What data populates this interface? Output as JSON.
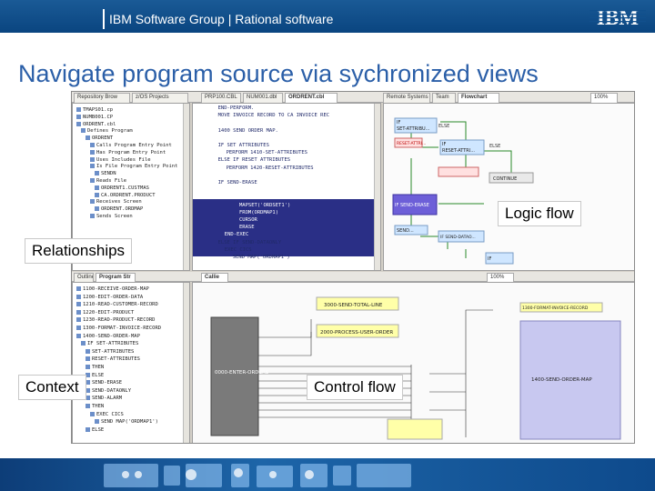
{
  "header": {
    "group_label": "IBM Software Group | Rational software",
    "logo_text": "IBM"
  },
  "slide": {
    "title": "Navigate program source via sychronized views"
  },
  "callouts": {
    "logic_flow": "Logic flow",
    "relationships": "Relationships",
    "context": "Context",
    "control_flow": "Control flow"
  },
  "workbench": {
    "top_tabs": [
      "Repository Brow",
      "z/OS Projects",
      "PRP100.CBL",
      "NUM001.dbl",
      "ORDRENT.cbl",
      "Remote Systems",
      "Team",
      "Flowchart"
    ],
    "bottom_tabs": [
      "Outline",
      "Program Str",
      "Callie"
    ],
    "zoom": "100%",
    "tree_top": [
      "TMAPS01.cp",
      "NUMB001.CP",
      "ORDRENT.cbl",
      "Defines Program",
      "ORDRENT",
      "Calls Program Entry Point",
      "Has Program Entry Point",
      "Uses Includes File",
      "Is File Program Entry Point",
      "SENDN",
      "Reads File",
      "ORDRENT1.CUSTMAS",
      "CA.ORDRENT.PRODUCT",
      "Receives Screen",
      "ORDRENT.ORDMAP",
      "Sends Screen"
    ],
    "code_lines": [
      "END-PERFORM.",
      "MOVE INVOICE RECORD TO CA INVOICE REC",
      "",
      "1400 SEND ORDER MAP.",
      "",
      "IF SET ATTRIBUTES",
      "PERFORM 1410-SET-ATTRIBUTES",
      "ELSE IF RESET ATTRIBUTES",
      "PERFORM 1420-RESET-ATTRIBUTES",
      "",
      "IF SEND-ERASE",
      "EXEC CICS",
      "SEND MAP('ORDMAP1')",
      "MAPSET('ORDSET1')",
      "FROM(ORDMAP1)",
      "CURSOR",
      "ERASE",
      "END-EXEC",
      "ELSE IF SEND-DATAONLY",
      "EXEC CICS",
      "SEND MAP('ORDMAP1')"
    ],
    "tree_bottom": [
      "1100-RECEIVE-ORDER-MAP",
      "1200-EDIT-ORDER-DATA",
      "1210-READ-CUSTOMER-RECORD",
      "1220-EDIT-PRODUCT",
      "1230-READ-PRODUCT-RECORD",
      "1300-FORMAT-INVOICE-RECORD",
      "1400-SEND-ORDER-MAP",
      "IF SET-ATTRIBUTES",
      "SET-ATTRIBUTES",
      "RESET-ATTRIBUTES",
      "THEN",
      "ELSE",
      "SEND-ERASE",
      "SEND-DATAONLY",
      "SEND-ALARM",
      "THEN",
      "EXEC CICS",
      "SEND MAP('ORDMAP1')",
      "ELSE"
    ],
    "flow_labels": {
      "if1": "IF",
      "if1_sub": "SET-ATTRIBU...",
      "else1": "ELSE",
      "reset": "RESET-ATTRI...",
      "if2": "IF",
      "if2_sub": "RESET-ATTRI...",
      "continue": "CONTINUE",
      "send_erase": "IF SEND-ERASE",
      "send1": "SEND...",
      "if_data": "IF SEND-DATAO...",
      "if_bottom": "IF",
      "else2": "ELSE"
    },
    "call_labels": {
      "send_total": "3000-SEND-TOTAL-LINE",
      "process_order": "2000-PROCESS-USER-ORDER",
      "main": "0000-ENTER-ORDERS",
      "format_invoice": "1300-FORMAT-INVOICE-RECORD",
      "send_order": "1400-SEND-ORDER-MAP"
    }
  },
  "colors": {
    "header_bar": "#0b4f8a",
    "title": "#2b5fa8",
    "selection": "#2a2f86",
    "flow_green": "#2a8a2a"
  }
}
